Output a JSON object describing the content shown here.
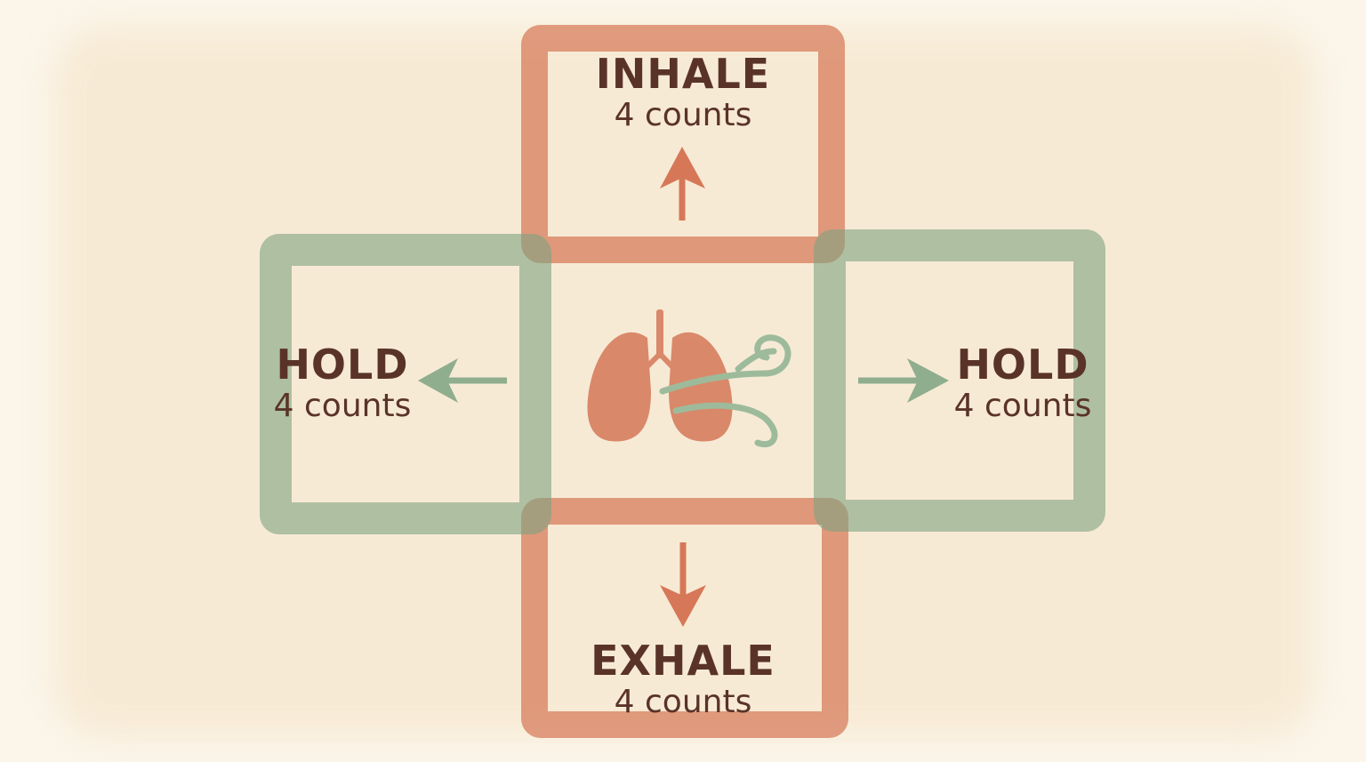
{
  "steps": {
    "inhale": {
      "title": "INHALE",
      "counts": "4 counts"
    },
    "hold_left": {
      "title": "HOLD",
      "counts": "4 counts"
    },
    "hold_right": {
      "title": "HOLD",
      "counts": "4 counts"
    },
    "exhale": {
      "title": "EXHALE",
      "counts": "4 counts"
    }
  },
  "icons": {
    "center": "lungs-icon",
    "breath": "wind-icon"
  },
  "colors": {
    "terracotta": "#d67858",
    "sage": "#7ea280",
    "text": "#5a3328",
    "background": "#f7e9d2"
  }
}
